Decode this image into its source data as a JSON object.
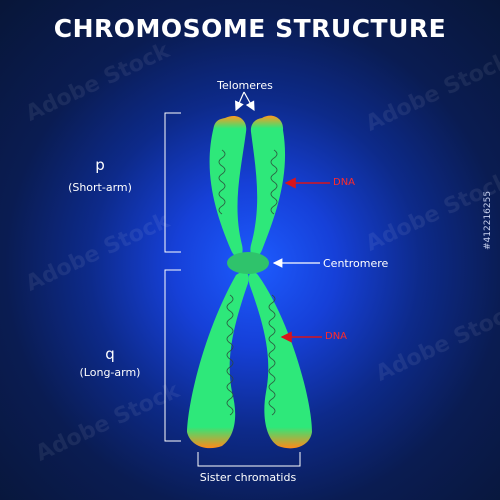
{
  "title": "CHROMOSOME STRUCTURE",
  "labels": {
    "telomeres": "Telomeres",
    "p": "p",
    "p_desc": "(Short-arm)",
    "q": "q",
    "q_desc": "(Long-arm)",
    "centromere": "Centromere",
    "dna_upper": "DNA",
    "dna_lower": "DNA",
    "sister_chromatids": "Sister chromatids"
  },
  "watermark": "Adobe Stock",
  "side_id": "#412216255",
  "colors": {
    "chromatid": "#2ee87a",
    "telomere": "#ff9a1f",
    "centromere": "#2fc36b",
    "dna_arrow": "#d8141c",
    "pointer": "#ffffff"
  }
}
